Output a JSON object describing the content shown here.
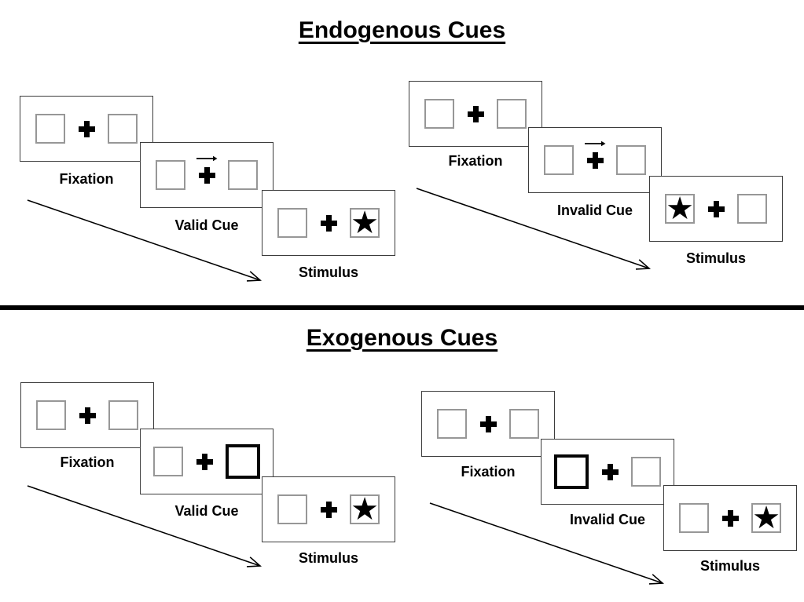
{
  "colors": {
    "background": "#ffffff",
    "ink": "#000000",
    "panel_border": "#3c3c3c",
    "placeholder_box_border": "#979797",
    "highlight_box_border": "#050505",
    "divider": "#000000"
  },
  "icons": {
    "star": "★"
  },
  "endogenous": {
    "title": "Endogenous Cues",
    "valid_trial": {
      "fixation_label": "Fixation",
      "cue_label": "Valid Cue",
      "stimulus_label": "Stimulus",
      "cue_type": "central arrow pointing right above fixation cross",
      "target_side": "right"
    },
    "invalid_trial": {
      "fixation_label": "Fixation",
      "cue_label": "Invalid Cue",
      "stimulus_label": "Stimulus",
      "cue_type": "central arrow pointing right above fixation cross",
      "target_side": "left"
    }
  },
  "exogenous": {
    "title": "Exogenous Cues",
    "valid_trial": {
      "fixation_label": "Fixation",
      "cue_label": "Valid Cue",
      "stimulus_label": "Stimulus",
      "cue_type": "right box highlighted with thick border",
      "target_side": "right"
    },
    "invalid_trial": {
      "fixation_label": "Fixation",
      "cue_label": "Invalid Cue",
      "stimulus_label": "Stimulus",
      "cue_type": "left box highlighted with thick border",
      "target_side": "right"
    }
  }
}
